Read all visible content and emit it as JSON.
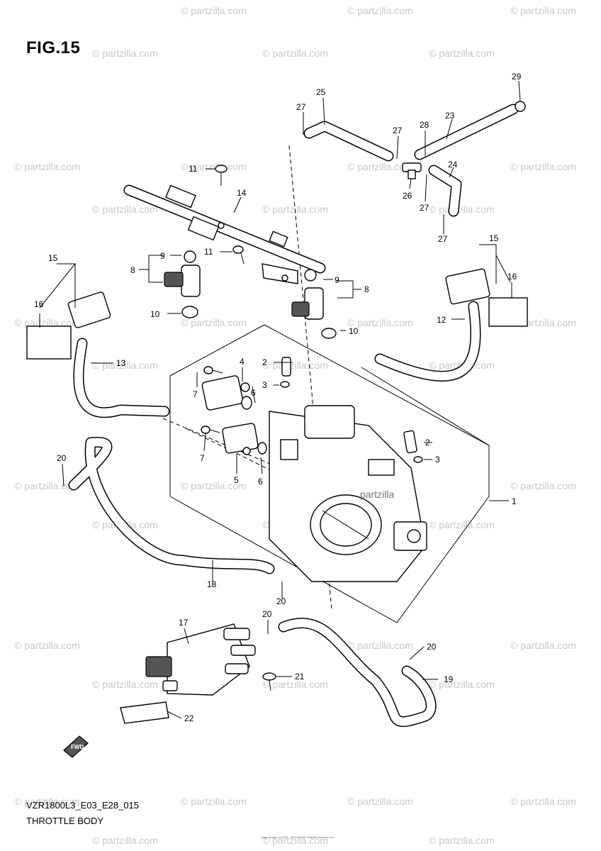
{
  "figure": {
    "title": "FIG.15",
    "code": "VZR1800L3_E03_E28_015",
    "name": "THROTTLE BODY",
    "fwd_label": "FWD",
    "watermark": "© partzilla.com",
    "overlay_watermark": "partzilla",
    "footer_note": "Page design (c) 2004 - 2017 by ARI Network Services, Inc."
  },
  "callouts": [
    {
      "id": "1",
      "label": "1"
    },
    {
      "id": "2a",
      "label": "2"
    },
    {
      "id": "2b",
      "label": "2"
    },
    {
      "id": "3a",
      "label": "3"
    },
    {
      "id": "3b",
      "label": "3"
    },
    {
      "id": "4",
      "label": "4"
    },
    {
      "id": "5",
      "label": "5"
    },
    {
      "id": "6a",
      "label": "6"
    },
    {
      "id": "6b",
      "label": "6"
    },
    {
      "id": "7a",
      "label": "7"
    },
    {
      "id": "7b",
      "label": "7"
    },
    {
      "id": "8a",
      "label": "8"
    },
    {
      "id": "8b",
      "label": "8"
    },
    {
      "id": "9a",
      "label": "9"
    },
    {
      "id": "9b",
      "label": "9"
    },
    {
      "id": "10a",
      "label": "10"
    },
    {
      "id": "10b",
      "label": "10"
    },
    {
      "id": "11a",
      "label": "11"
    },
    {
      "id": "11b",
      "label": "11"
    },
    {
      "id": "12",
      "label": "12"
    },
    {
      "id": "13",
      "label": "13"
    },
    {
      "id": "14",
      "label": "14"
    },
    {
      "id": "15a",
      "label": "15"
    },
    {
      "id": "15b",
      "label": "15"
    },
    {
      "id": "16a",
      "label": "16"
    },
    {
      "id": "16b",
      "label": "16"
    },
    {
      "id": "17",
      "label": "17"
    },
    {
      "id": "18",
      "label": "18"
    },
    {
      "id": "19",
      "label": "19"
    },
    {
      "id": "20a",
      "label": "20"
    },
    {
      "id": "20b",
      "label": "20"
    },
    {
      "id": "20c",
      "label": "20"
    },
    {
      "id": "20d",
      "label": "20"
    },
    {
      "id": "21",
      "label": "21"
    },
    {
      "id": "22",
      "label": "22"
    },
    {
      "id": "23",
      "label": "23"
    },
    {
      "id": "24",
      "label": "24"
    },
    {
      "id": "25",
      "label": "25"
    },
    {
      "id": "26",
      "label": "26"
    },
    {
      "id": "27a",
      "label": "27"
    },
    {
      "id": "27b",
      "label": "27"
    },
    {
      "id": "27c",
      "label": "27"
    },
    {
      "id": "27d",
      "label": "27"
    },
    {
      "id": "28",
      "label": "28"
    },
    {
      "id": "29",
      "label": "29"
    }
  ]
}
